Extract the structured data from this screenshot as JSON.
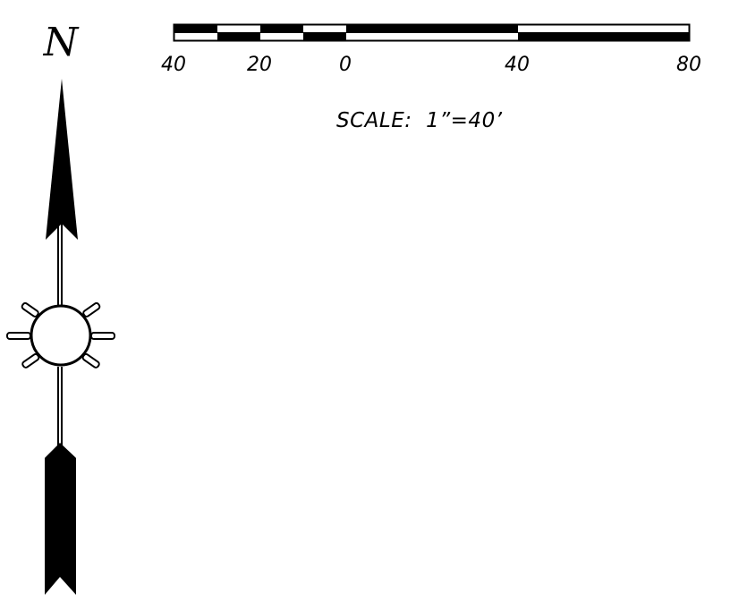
{
  "north_arrow": {
    "label": "N",
    "icon": "north-arrow-icon"
  },
  "scale_bar": {
    "tick_labels": [
      "40",
      "20",
      "0",
      "40",
      "80"
    ],
    "caption": "SCALE:  1”=40’",
    "colors": {
      "ink": "#000000",
      "paper": "#ffffff"
    }
  }
}
